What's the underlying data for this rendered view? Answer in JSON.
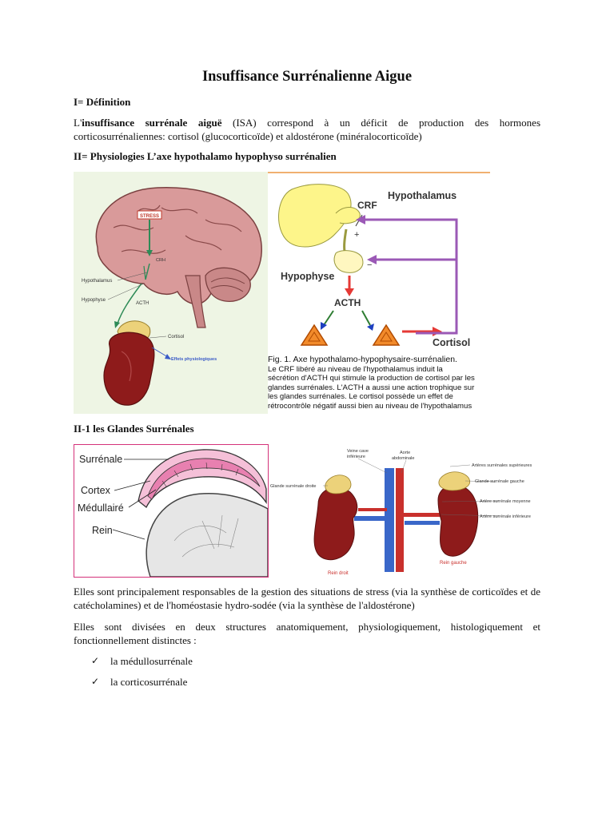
{
  "document": {
    "title": "Insuffisance Surrénalienne Aigue",
    "section1": {
      "heading": "I= Définition"
    },
    "definition": {
      "prefix": "L'",
      "term": "insuffisance surrénale aiguë",
      "text": " (ISA) correspond à un déficit de production des hormones corticosurrénaliennes: cortisol (glucocorticoïde) et aldostérone (minéralocorticoïde)"
    },
    "section2": {
      "heading": "II= Physiologies L’axe hypothalamo hypophyso surrénalien"
    },
    "figure_brain": {
      "stress": "STRESS",
      "crh": "CRH",
      "hypothalamus": "Hypothalamus",
      "hypophyse": "Hypophyse",
      "acth": "ACTH",
      "cortisol": "Cortisol",
      "effets": "Effets physiologiques"
    },
    "figure_axis": {
      "crf": "CRF",
      "hypothalamus": "Hypothalamus",
      "hypophyse": "Hypophyse",
      "acth": "ACTH",
      "cortisol": "Cortisol",
      "plus1": "+",
      "minus1": "−",
      "plus2": "+",
      "caption_title": "Fig. 1. Axe hypothalamo-hypophysaire-surrénalien.",
      "caption_l1": "Le CRF libéré au niveau de l'hypothalamus induit la",
      "caption_l2": "sécrétion d'ACTH qui stimule la production de cortisol par les",
      "caption_l3": "glandes surrénales. L'ACTH a aussi une action trophique sur",
      "caption_l4": "les glandes surrénales. Le cortisol possède un effet de",
      "caption_l5": "rétrocontrôle négatif aussi bien au niveau de l'hypothalamus"
    },
    "section3": {
      "heading": "II-1 les Glandes Surrénales"
    },
    "figure_gland": {
      "surrenale": "Surrénale",
      "cortex": "Cortex",
      "medullaire": "Médullairé",
      "rein": "Rein"
    },
    "figure_kidneys": {
      "veine_cave": "Veine cave",
      "inferieure": "inférieure",
      "aorte": "Aorte",
      "abdominale": "abdominale",
      "art_sup": "Artères surrénales supérieures",
      "gl_gauche": "Glande surrénale gauche",
      "gl_droite": "Glande surrénale droite",
      "art_moy": "Artère surrénale moyenne",
      "art_inf": "Artère surrénale inférieure",
      "rein_droit": "Rein droit",
      "rein_gauche": "Rein gauche"
    },
    "para1": "Elles sont principalement responsables de la gestion des situations de stress (via la synthèse de corticoïdes et de catécholamines) et de l'homéostasie hydro-sodée (via la synthèse de l'aldostérone)",
    "para2": "Elles sont divisées en deux structures anatomiquement, physiologiquement, histologiquement et fonctionnellement distinctes :",
    "list": [
      {
        "label": "la médullosurrénale"
      },
      {
        "label": "la corticosurrénale"
      }
    ],
    "colors": {
      "kidney": "#8e1b1b",
      "gland_frame": "#d4327a",
      "axis_arrow": "#9b59b6",
      "acth_arrow": "#e53935"
    }
  }
}
